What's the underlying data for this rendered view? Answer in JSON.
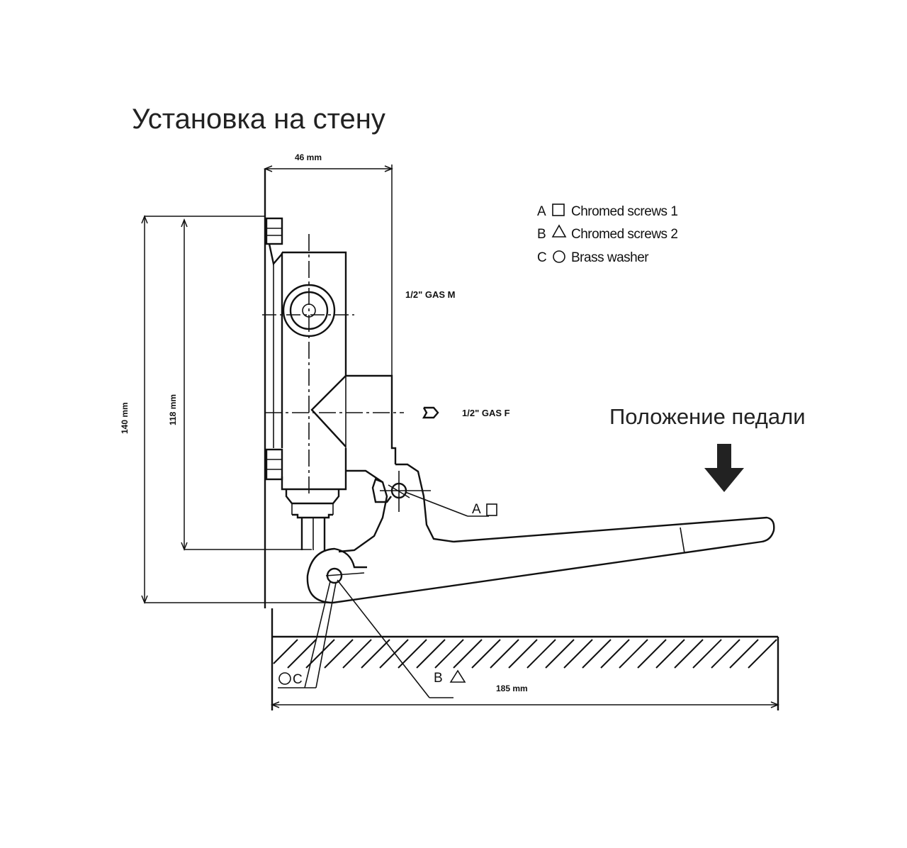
{
  "title": "Установка на стену",
  "pedal_label": "Положение педали",
  "dimensions": {
    "width_top": "46 mm",
    "height_total": "140 mm",
    "height_inner": "118 mm",
    "length_bottom": "185 mm"
  },
  "ports": {
    "inlet": "1/2\" GAS M",
    "outlet": "1/2\" GAS F"
  },
  "legend": [
    {
      "letter": "A",
      "symbol": "square",
      "text": "Chromed screws 1"
    },
    {
      "letter": "B",
      "symbol": "triangle",
      "text": "Chromed screws 2"
    },
    {
      "letter": "C",
      "symbol": "circle",
      "text": "Brass washer"
    }
  ],
  "callouts": {
    "a": "A",
    "b": "B",
    "c": "C"
  }
}
